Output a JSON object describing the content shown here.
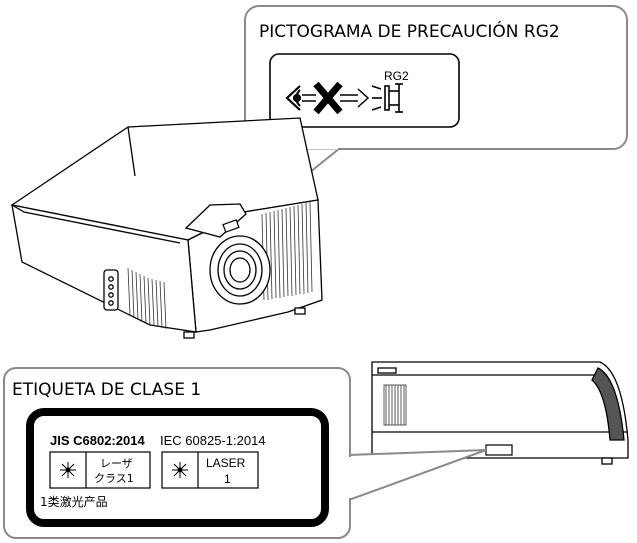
{
  "rg2_callout": {
    "title": "PICTOGRAMA DE PRECAUCIÓN RG2",
    "pictogram_tag": "RG2",
    "icons": [
      "eye-icon",
      "prohibited-x-icon",
      "light-arrow-icon",
      "light-source-icon"
    ]
  },
  "class1_callout": {
    "title": "ETIQUETA DE CLASE 1",
    "jis_standard": "JIS C6802:2014",
    "iec_standard": "IEC 60825-1:2014",
    "jp_label_line1": "レーザ",
    "jp_label_line2": "クラス1",
    "laser_label_line1": "LASER",
    "laser_label_line2": "1",
    "jp_product_class": "1类激光产品",
    "icons": [
      "laser-starburst-icon"
    ]
  },
  "colors": {
    "callout_border": "#8a8a8a",
    "label_frame": "#000000",
    "line": "#000000"
  }
}
